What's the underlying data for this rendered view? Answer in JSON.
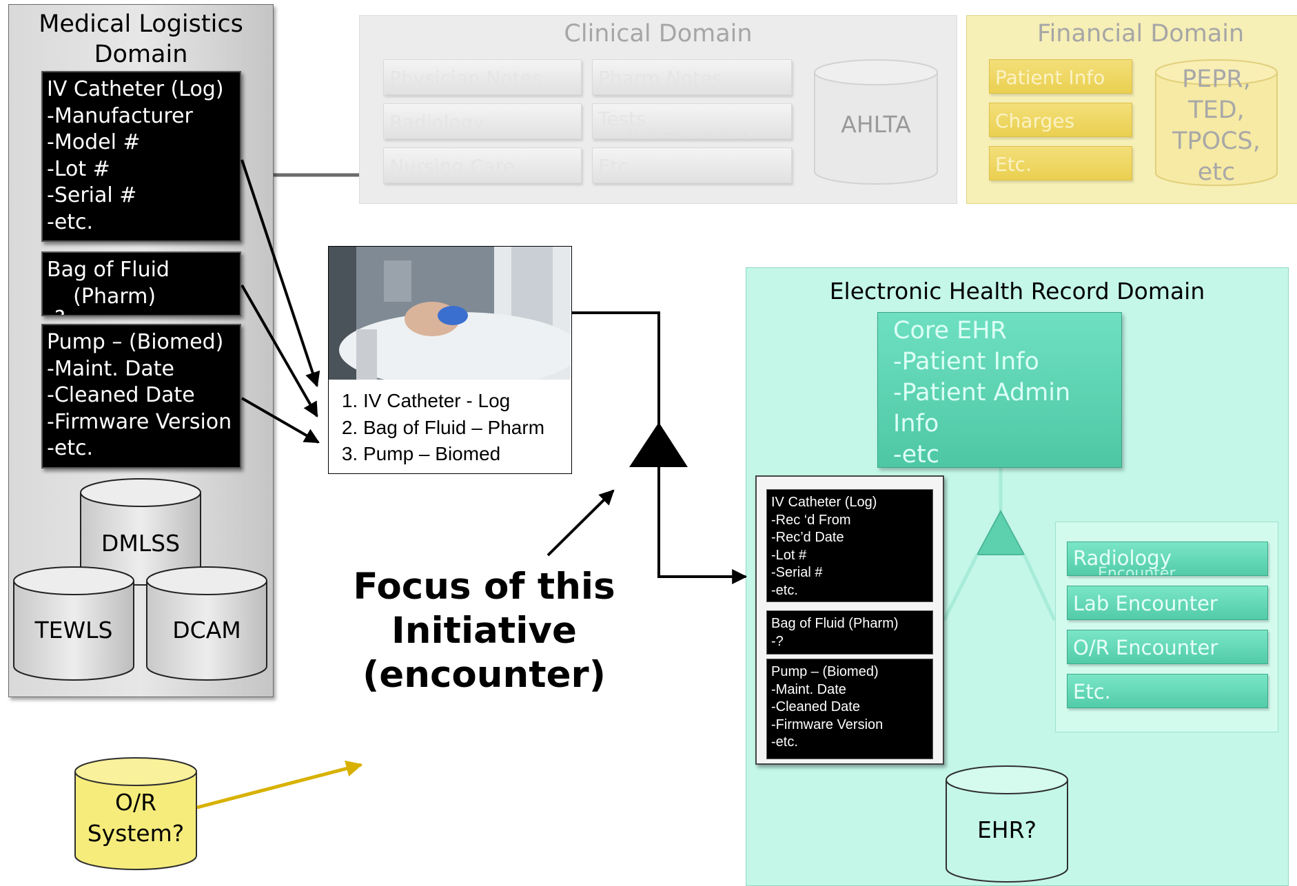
{
  "logistics": {
    "title_line1": "Medical Logistics",
    "title_line2": "Domain",
    "iv_box": [
      "IV Catheter (Log)",
      "-Manufacturer",
      "-Model #",
      "-Lot #",
      "-Serial #",
      "-etc."
    ],
    "bag_box": [
      "Bag of Fluid",
      "    (Pharm)",
      "-?"
    ],
    "pump_box": [
      "Pump – (Biomed)",
      "-Maint. Date",
      "-Cleaned Date",
      "-Firmware Version",
      "-etc."
    ],
    "databases": [
      "DMLSS",
      "TEWLS",
      "DCAM"
    ]
  },
  "clinical": {
    "title": "Clinical Domain",
    "buttons": [
      "Physician Notes",
      "Pharm Notes",
      "Radiology",
      "Tests",
      "Nursing Care",
      "Etc."
    ],
    "tests_subtext": "(Lab/Blood/etc.)",
    "database": "AHLTA"
  },
  "financial": {
    "title": "Financial Domain",
    "buttons": [
      "Patient Info",
      "Charges",
      "Etc."
    ],
    "database_lines": [
      "PEPR,",
      "TED,",
      "TPOCS,",
      "etc"
    ]
  },
  "encounter_card": {
    "list": [
      "IV Catheter - Log",
      "Bag of Fluid – Pharm",
      "Pump – Biomed"
    ]
  },
  "focus": {
    "lines": [
      "Focus of this",
      "Initiative",
      "(encounter)"
    ]
  },
  "or_system": {
    "lines": [
      "O/R",
      "System?"
    ]
  },
  "ehr": {
    "title": "Electronic Health Record Domain",
    "core_lines": [
      "Core EHR",
      "-Patient Info",
      "-Patient Admin",
      "Info",
      "-etc"
    ],
    "iv_box": [
      "IV Catheter (Log)",
      "-Rec ‘d From",
      "-Rec’d Date",
      "-Lot #",
      "-Serial #",
      "-etc."
    ],
    "bag_box": [
      "Bag of Fluid (Pharm)",
      "-?"
    ],
    "pump_box": [
      "Pump – (Biomed)",
      "-Maint. Date",
      "-Cleaned Date",
      "-Firmware Version",
      "-etc."
    ],
    "encounters": [
      "Radiology",
      "Lab Encounter",
      "O/R Encounter",
      "Etc."
    ],
    "radiology_subtext": "Encounter",
    "database": "EHR?"
  },
  "colors": {
    "ehr_panel": "#c4f7e8",
    "core_ehr": "#4ec7a4",
    "financial_panel": "#f6efb6",
    "or_cylinder": "#f6ec7c",
    "or_arrow": "#d8b100"
  }
}
